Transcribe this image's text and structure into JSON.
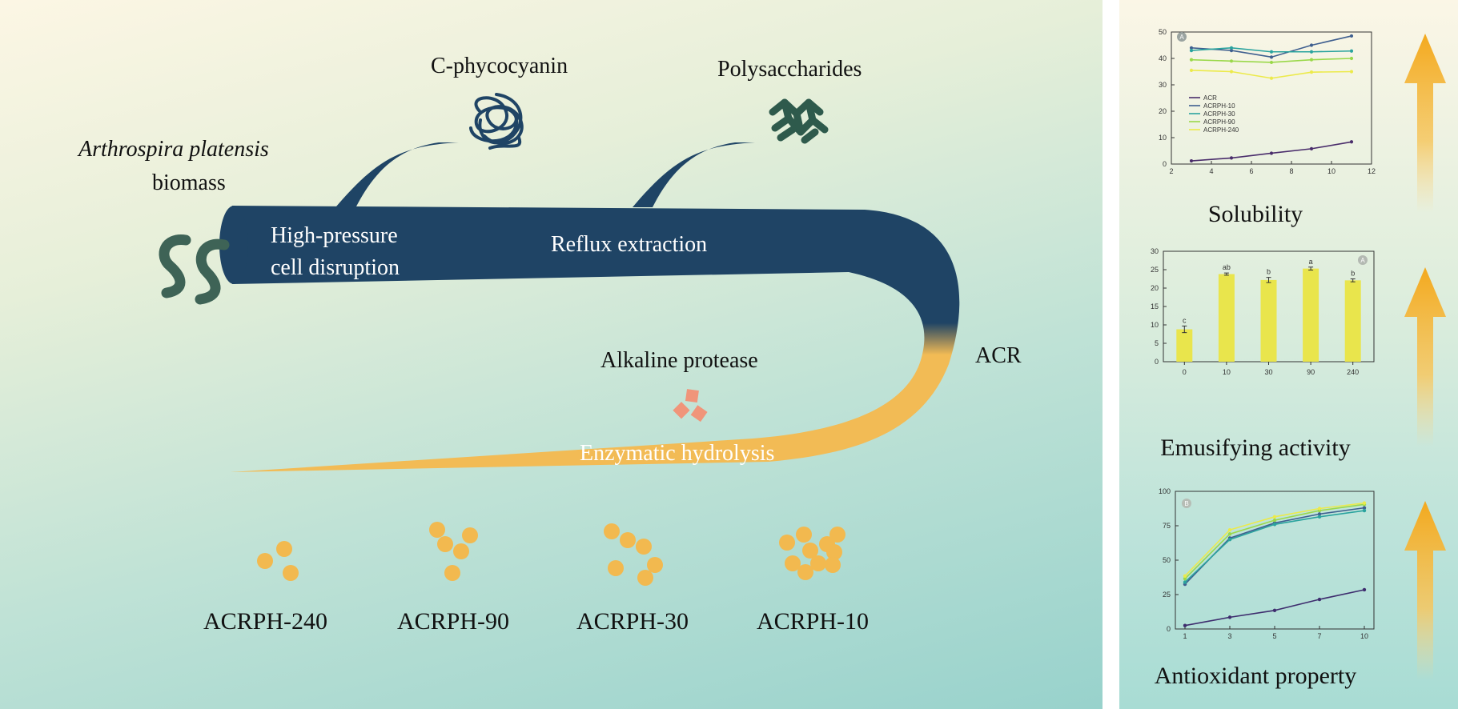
{
  "diagram": {
    "source_label_line1": "Arthrospira platensis",
    "source_label_line2": "biomass",
    "step1_line1": "High-pressure",
    "step1_line2": "cell disruption",
    "step2": "Reflux extraction",
    "byproduct1": "C-phycocyanin",
    "byproduct2": "Polysaccharides",
    "intermediate": "ACR",
    "enzyme": "Alkaline protease",
    "step3": "Enzymatic hydrolysis",
    "products": [
      "ACRPH-240",
      "ACRPH-90",
      "ACRPH-30",
      "ACRPH-10"
    ],
    "colors": {
      "trunk": "#1f4465",
      "hydrolysis": "#f2bb55",
      "spirulina": "#3e6356",
      "enzyme": "#f0957a",
      "bead": "#f2b94f"
    }
  },
  "chart_data": [
    {
      "type": "line",
      "panel_letter": "A",
      "caption": "Solubility",
      "x": [
        3,
        5,
        7,
        9,
        11
      ],
      "xlim": [
        2,
        12
      ],
      "ylim": [
        0,
        50
      ],
      "xticks": [
        2,
        4,
        6,
        8,
        10,
        12
      ],
      "yticks": [
        0,
        10,
        20,
        30,
        40,
        50
      ],
      "legend_position": "left",
      "series": [
        {
          "name": "ACR",
          "color": "#4a2d6b",
          "values": [
            1.2,
            2.3,
            4.1,
            5.8,
            8.4
          ]
        },
        {
          "name": "ACRPH-10",
          "color": "#3f5f8f",
          "values": [
            44.0,
            43.0,
            40.5,
            45.0,
            48.5
          ]
        },
        {
          "name": "ACRPH-30",
          "color": "#2aa39e",
          "values": [
            43.0,
            44.0,
            42.5,
            42.5,
            42.8
          ]
        },
        {
          "name": "ACRPH-90",
          "color": "#9ad84a",
          "values": [
            39.5,
            39.0,
            38.5,
            39.5,
            40.0
          ]
        },
        {
          "name": "ACRPH-240",
          "color": "#ecea4a",
          "values": [
            35.5,
            35.0,
            32.5,
            34.8,
            35.0
          ]
        }
      ]
    },
    {
      "type": "bar",
      "panel_letter": "A",
      "caption": "Emusifying activity",
      "categories": [
        "0",
        "10",
        "30",
        "90",
        "240"
      ],
      "values": [
        8.8,
        23.8,
        22.2,
        25.3,
        22.1
      ],
      "errors": [
        0.9,
        0.3,
        0.7,
        0.4,
        0.4
      ],
      "letters": [
        "c",
        "ab",
        "b",
        "a",
        "b"
      ],
      "ylim": [
        0,
        30
      ],
      "yticks": [
        0,
        5,
        10,
        15,
        20,
        25,
        30
      ],
      "bar_color": "#e9e54c"
    },
    {
      "type": "line",
      "panel_letter": "B",
      "caption": "Antioxidant property",
      "x": [
        1,
        3,
        5,
        7,
        10
      ],
      "xticks": [
        1,
        3,
        5,
        7,
        10
      ],
      "ylim": [
        0,
        100
      ],
      "yticks": [
        0,
        25,
        50,
        75,
        100
      ],
      "series": [
        {
          "color": "#3e2d6e",
          "values": [
            2.5,
            8.5,
            13.5,
            21.5,
            28.5
          ]
        },
        {
          "color": "#3f5f8f",
          "values": [
            32.5,
            66.0,
            77.0,
            83.5,
            88.0
          ]
        },
        {
          "color": "#2aa39e",
          "values": [
            34.0,
            65.0,
            76.0,
            81.5,
            86.0
          ]
        },
        {
          "color": "#9ad84a",
          "values": [
            36.5,
            69.0,
            79.0,
            86.0,
            90.5
          ]
        },
        {
          "color": "#ecea4a",
          "values": [
            38.5,
            72.0,
            81.5,
            87.5,
            91.5
          ]
        }
      ]
    }
  ]
}
